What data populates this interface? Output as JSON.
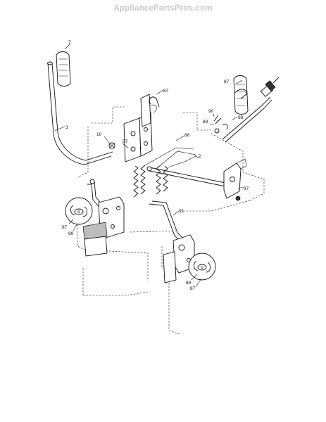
{
  "watermark": "AppliancePartsPros.com",
  "callouts": {
    "c7": "7",
    "c3": "3",
    "c10": "10",
    "c97a": "97",
    "c87a": "87",
    "c88": "88",
    "c2": "2",
    "c87b": "87",
    "c90": "90",
    "c89a": "89",
    "c98": "98",
    "c97b": "97",
    "c91": "91",
    "c87c": "87",
    "c89b": "89",
    "c89c": "89",
    "c87d": "87"
  }
}
